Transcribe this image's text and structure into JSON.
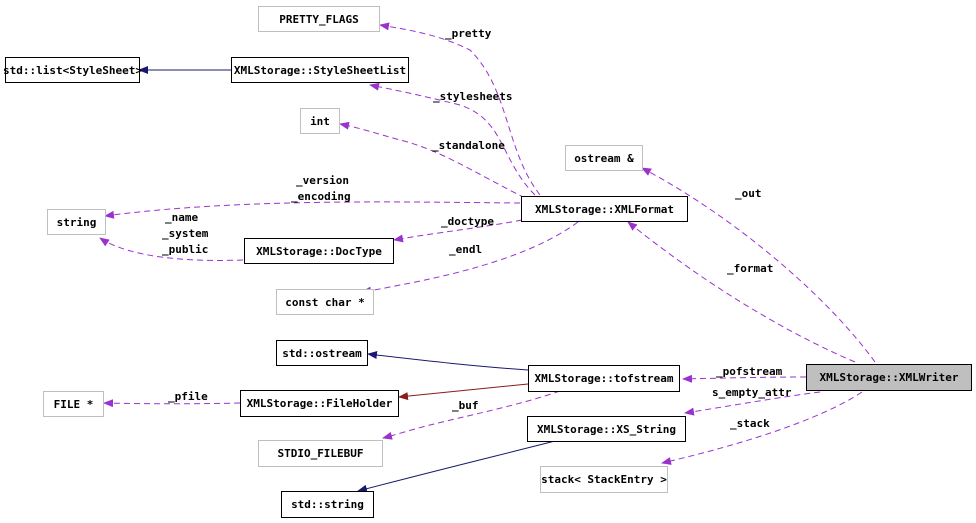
{
  "colors": {
    "member": "#9a32cd",
    "inherit": "#191970",
    "private": "#8b1a1a"
  },
  "nodes": {
    "pretty_flags": "PRETTY_FLAGS",
    "std_list": "std::list<StyleSheet>",
    "stylesheetlist": "XMLStorage::StyleSheetList",
    "int": "int",
    "ostream_ref": "ostream &",
    "string": "string",
    "xmlformat": "XMLStorage::XMLFormat",
    "doctype": "XMLStorage::DocType",
    "const_char": "const char *",
    "std_ostream": "std::ostream",
    "xmlwriter": "XMLStorage::XMLWriter",
    "tofstream": "XMLStorage::tofstream",
    "file_ptr": "FILE *",
    "fileholder": "XMLStorage::FileHolder",
    "xs_string": "XMLStorage::XS_String",
    "stdio_filebuf": "STDIO_FILEBUF",
    "stack": "stack< StackEntry >",
    "std_string": "std::string"
  },
  "labels": {
    "pretty": "_pretty",
    "stylesheets": "_stylesheets",
    "standalone": "_standalone",
    "version": "_version",
    "encoding": "_encoding",
    "name": "_name",
    "system": "_system",
    "public": "_public",
    "doctype": "_doctype",
    "endl": "_endl",
    "out": "_out",
    "format": "_format",
    "pofstream": "_pofstream",
    "s_empty_attr": "s_empty_attr",
    "stack": "_stack",
    "pfile": "_pfile",
    "buf": "_buf"
  }
}
